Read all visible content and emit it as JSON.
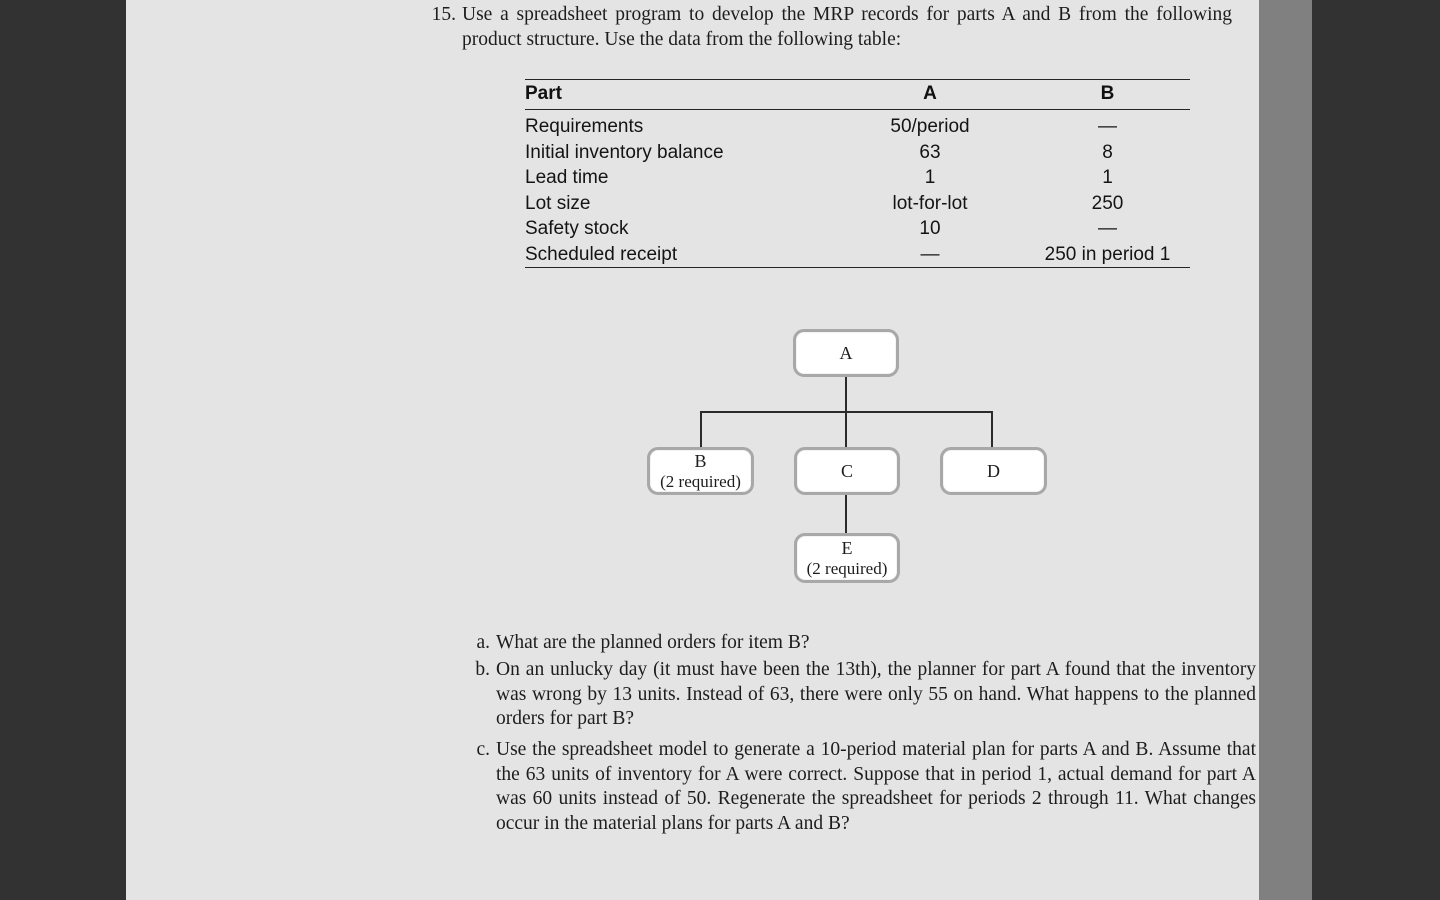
{
  "viewer": {
    "background_color": "#323232",
    "page_background_color": "#e4e4e4",
    "scrollbar_color": "#808080"
  },
  "problem": {
    "number": "15.",
    "text": "Use a spreadsheet program to develop the MRP records for parts A and B from the following product structure. Use the data from the following table:"
  },
  "table": {
    "headers": [
      "Part",
      "A",
      "B"
    ],
    "rows": [
      {
        "label": "Requirements",
        "a": "50/period",
        "b": "—"
      },
      {
        "label": "Initial inventory balance",
        "a": "63",
        "b": "8"
      },
      {
        "label": "Lead time",
        "a": "1",
        "b": "1"
      },
      {
        "label": "Lot size",
        "a": "lot-for-lot",
        "b": "250"
      },
      {
        "label": "Safety stock",
        "a": "10",
        "b": "—"
      },
      {
        "label": "Scheduled receipt",
        "a": "—",
        "b": "250 in period 1"
      }
    ]
  },
  "diagram": {
    "type": "product-structure-tree",
    "nodes": [
      {
        "id": "A",
        "label": "A",
        "sub": ""
      },
      {
        "id": "B",
        "label": "B",
        "sub": "(2 required)"
      },
      {
        "id": "C",
        "label": "C",
        "sub": ""
      },
      {
        "id": "D",
        "label": "D",
        "sub": ""
      },
      {
        "id": "E",
        "label": "E",
        "sub": "(2 required)"
      }
    ],
    "edges": [
      {
        "from": "A",
        "to": "B"
      },
      {
        "from": "A",
        "to": "C"
      },
      {
        "from": "A",
        "to": "D"
      },
      {
        "from": "C",
        "to": "E"
      }
    ]
  },
  "subquestions": [
    {
      "marker": "a.",
      "text": "What are the planned orders for item B?"
    },
    {
      "marker": "b.",
      "text": "On an unlucky day (it must have been the 13th), the planner for part A found that the inventory was wrong by 13 units. Instead of 63, there were only 55 on hand. What happens to the planned orders for part B?"
    },
    {
      "marker": "c.",
      "text": "Use the spreadsheet model to generate a 10-period material plan for parts A and B. Assume that the 63 units of inventory for A were correct. Suppose that in period 1, actual demand for part A was 60 units instead of 50. Regenerate the spreadsheet for periods 2 through 11. What changes occur in the material plans for parts A and B?"
    }
  ]
}
